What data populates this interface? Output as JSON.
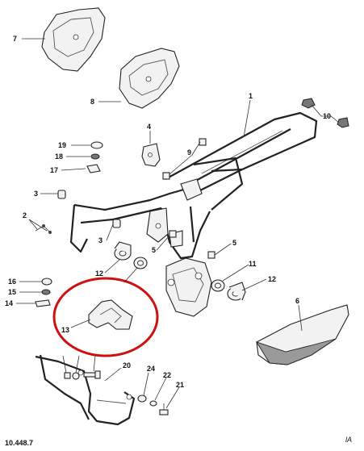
{
  "diagram": {
    "callouts": [
      {
        "id": "c7",
        "label": "7"
      },
      {
        "id": "c8",
        "label": "8"
      },
      {
        "id": "c1",
        "label": "1"
      },
      {
        "id": "c10",
        "label": "10"
      },
      {
        "id": "c4",
        "label": "4"
      },
      {
        "id": "c9",
        "label": "9"
      },
      {
        "id": "c19",
        "label": "19"
      },
      {
        "id": "c18",
        "label": "18"
      },
      {
        "id": "c17",
        "label": "17"
      },
      {
        "id": "c3a",
        "label": "3"
      },
      {
        "id": "c2",
        "label": "2"
      },
      {
        "id": "c3b",
        "label": "3"
      },
      {
        "id": "c5a",
        "label": "5"
      },
      {
        "id": "c5b",
        "label": "5"
      },
      {
        "id": "c12a",
        "label": "12"
      },
      {
        "id": "c11",
        "label": "11"
      },
      {
        "id": "c12b",
        "label": "12"
      },
      {
        "id": "c16",
        "label": "16"
      },
      {
        "id": "c15",
        "label": "15"
      },
      {
        "id": "c14",
        "label": "14"
      },
      {
        "id": "c13",
        "label": "13"
      },
      {
        "id": "c6",
        "label": "6"
      },
      {
        "id": "c20",
        "label": "20"
      },
      {
        "id": "c24",
        "label": "24"
      },
      {
        "id": "c22",
        "label": "22"
      },
      {
        "id": "c21",
        "label": "21"
      }
    ],
    "footer_code": "10.448.7",
    "corner_mark": "lA",
    "highlight_color": "#d01010"
  }
}
